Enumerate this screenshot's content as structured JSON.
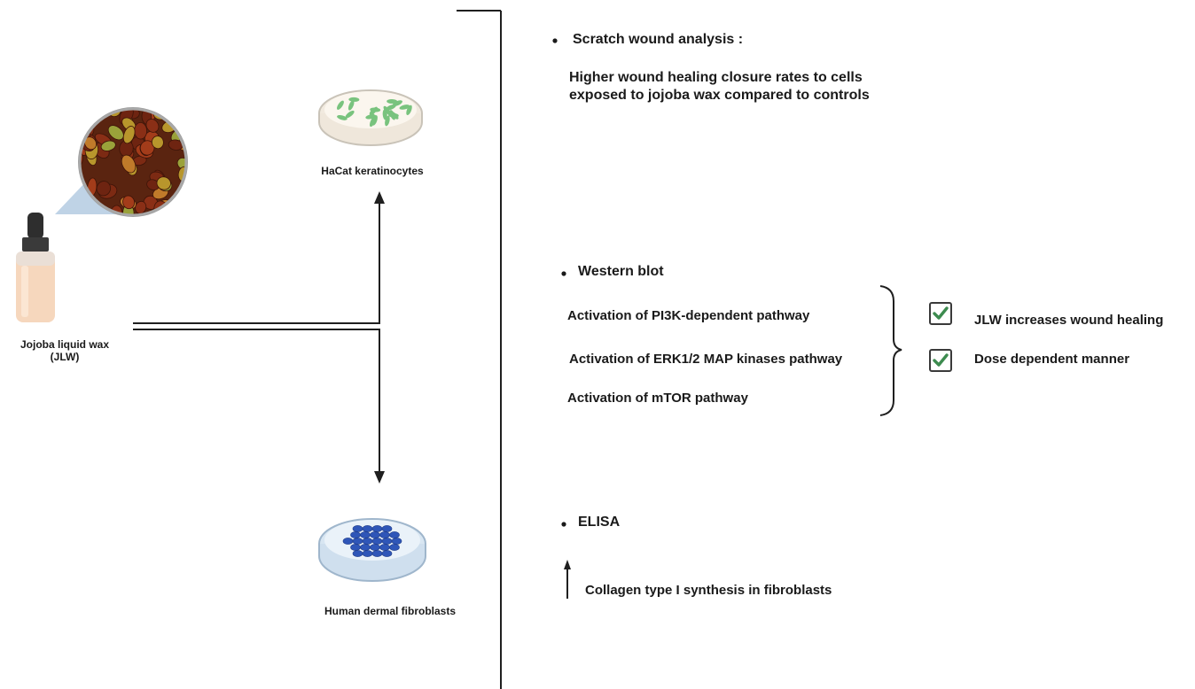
{
  "left": {
    "jlw_label_line1": "Jojoba liquid wax",
    "jlw_label_line2": "(JLW)",
    "haCat_label": "HaCat keratinocytes",
    "fibroblast_label": "Human dermal fibroblasts"
  },
  "scratch": {
    "heading": "Scratch wound analysis :",
    "text_line1": "Higher wound healing closure rates to cells",
    "text_line2": "exposed to jojoba wax compared to controls"
  },
  "western": {
    "heading": "Western blot",
    "items": [
      "Activation of PI3K-dependent pathway",
      "Activation of ERK1/2 MAP kinases pathway",
      "Activation of mTOR pathway"
    ],
    "outcomes": [
      "JLW increases wound healing",
      "Dose dependent manner"
    ]
  },
  "elisa": {
    "heading": "ELISA",
    "text": "Collagen type I synthesis in fibroblasts"
  },
  "colors": {
    "check_green": "#3d8b4f",
    "line": "#1f1f1f"
  }
}
